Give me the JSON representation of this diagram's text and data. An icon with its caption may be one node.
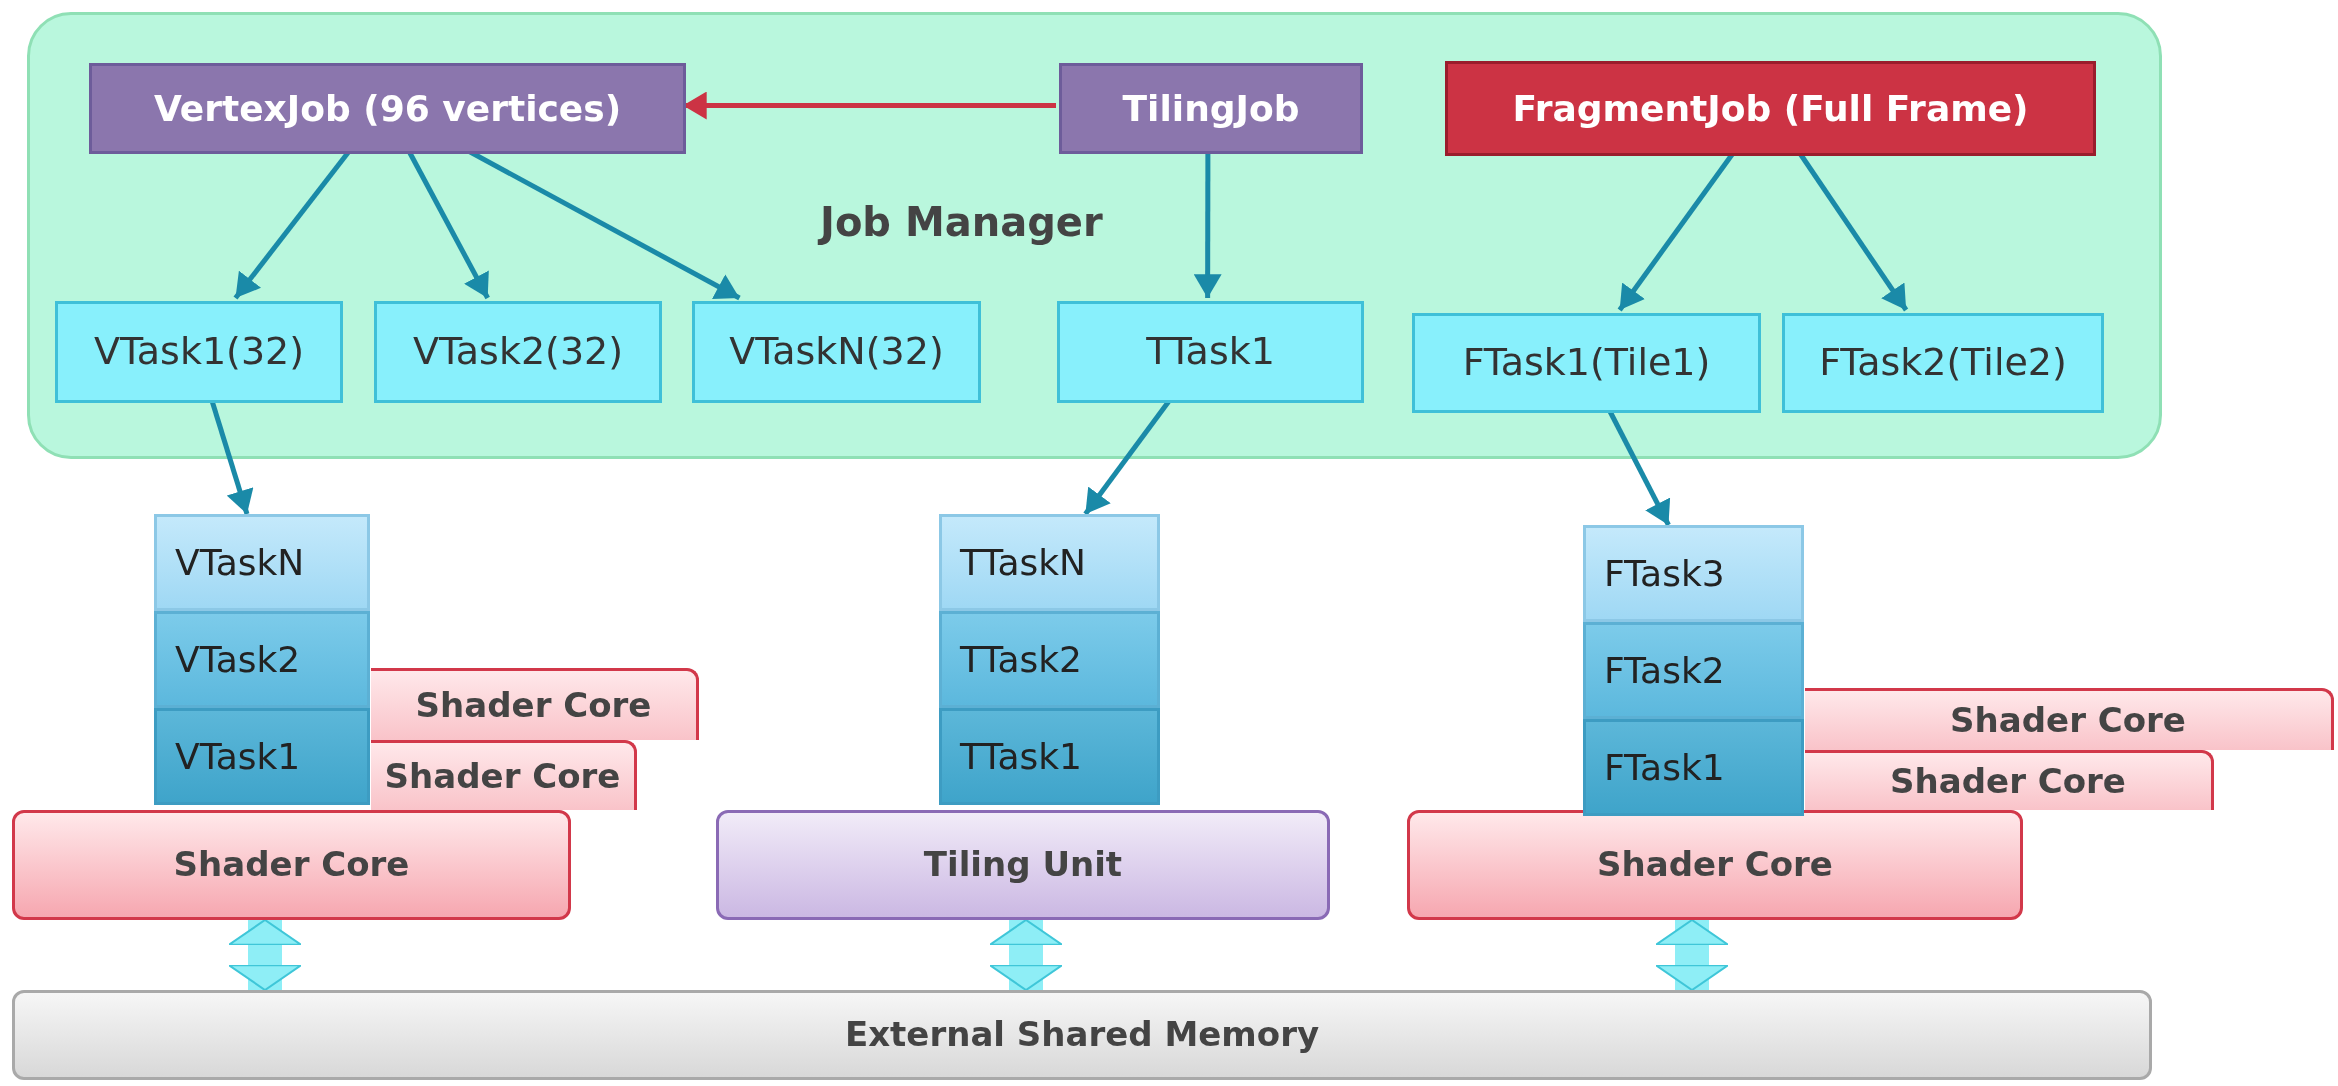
{
  "diagram": {
    "nodes": [
      {
        "text": [
          "Job Manager"
        ]
      },
      {
        "text": [
          "VertexJob (96 vertices)"
        ],
        "in": 0
      },
      {
        "text": [
          "TilingJob"
        ],
        "in": 0
      },
      {
        "text": [
          "FragmentJob (Full Frame)"
        ],
        "in": 0
      },
      {
        "text": [
          "VTask1(32)"
        ],
        "in": 0
      },
      {
        "text": [
          "VTask2(32)"
        ],
        "in": 0
      },
      {
        "text": [
          "VTaskN(32)"
        ],
        "in": 0
      },
      {
        "text": [
          "TTask1"
        ],
        "in": 0
      },
      {
        "text": [
          "FTask1(Tile1)"
        ],
        "in": 0
      },
      {
        "text": [
          "FTask2(Tile2)"
        ],
        "in": 0
      },
      {
        "text": [
          "VTaskN"
        ]
      },
      {
        "text": [
          "VTask2"
        ]
      },
      {
        "text": [
          "VTask1"
        ]
      },
      {
        "text": [
          "TTaskN"
        ]
      },
      {
        "text": [
          "TTask2"
        ]
      },
      {
        "text": [
          "TTask1"
        ]
      },
      {
        "text": [
          "FTask3"
        ]
      },
      {
        "text": [
          "FTask2"
        ]
      },
      {
        "text": [
          "FTask1"
        ]
      },
      {
        "text": [
          "Shader Core"
        ]
      },
      {
        "text": [
          "Shader Core"
        ]
      },
      {
        "text": [
          "Shader Core"
        ]
      },
      {
        "text": [
          "Tiling Unit"
        ]
      },
      {
        "text": [
          "Shader Core"
        ]
      },
      {
        "text": [
          "Shader Core"
        ]
      },
      {
        "text": [
          "Shader Core"
        ]
      },
      {
        "text": [
          "External Shared Memory"
        ]
      }
    ],
    "edges": [
      {
        "from": 2,
        "to": 1,
        "arrow": "to",
        "color": "#cc3344"
      },
      {
        "from": 1,
        "to": 4,
        "arrow": "to"
      },
      {
        "from": 1,
        "to": 5,
        "arrow": "to"
      },
      {
        "from": 1,
        "to": 6,
        "arrow": "to"
      },
      {
        "from": 2,
        "to": 7,
        "arrow": "to"
      },
      {
        "from": 3,
        "to": 8,
        "arrow": "to"
      },
      {
        "from": 3,
        "to": 9,
        "arrow": "to"
      },
      {
        "from": 4,
        "to": 10,
        "arrow": "to"
      },
      {
        "from": 7,
        "to": 13,
        "arrow": "to"
      },
      {
        "from": 8,
        "to": 16,
        "arrow": "to"
      },
      {
        "from": 21,
        "to": 26,
        "arrow": "both",
        "style": "thick",
        "color": "#8eeef6"
      },
      {
        "from": 22,
        "to": 26,
        "arrow": "both",
        "style": "thick",
        "color": "#8eeef6"
      },
      {
        "from": 25,
        "to": 26,
        "arrow": "both",
        "style": "thick",
        "color": "#8eeef6"
      }
    ]
  }
}
